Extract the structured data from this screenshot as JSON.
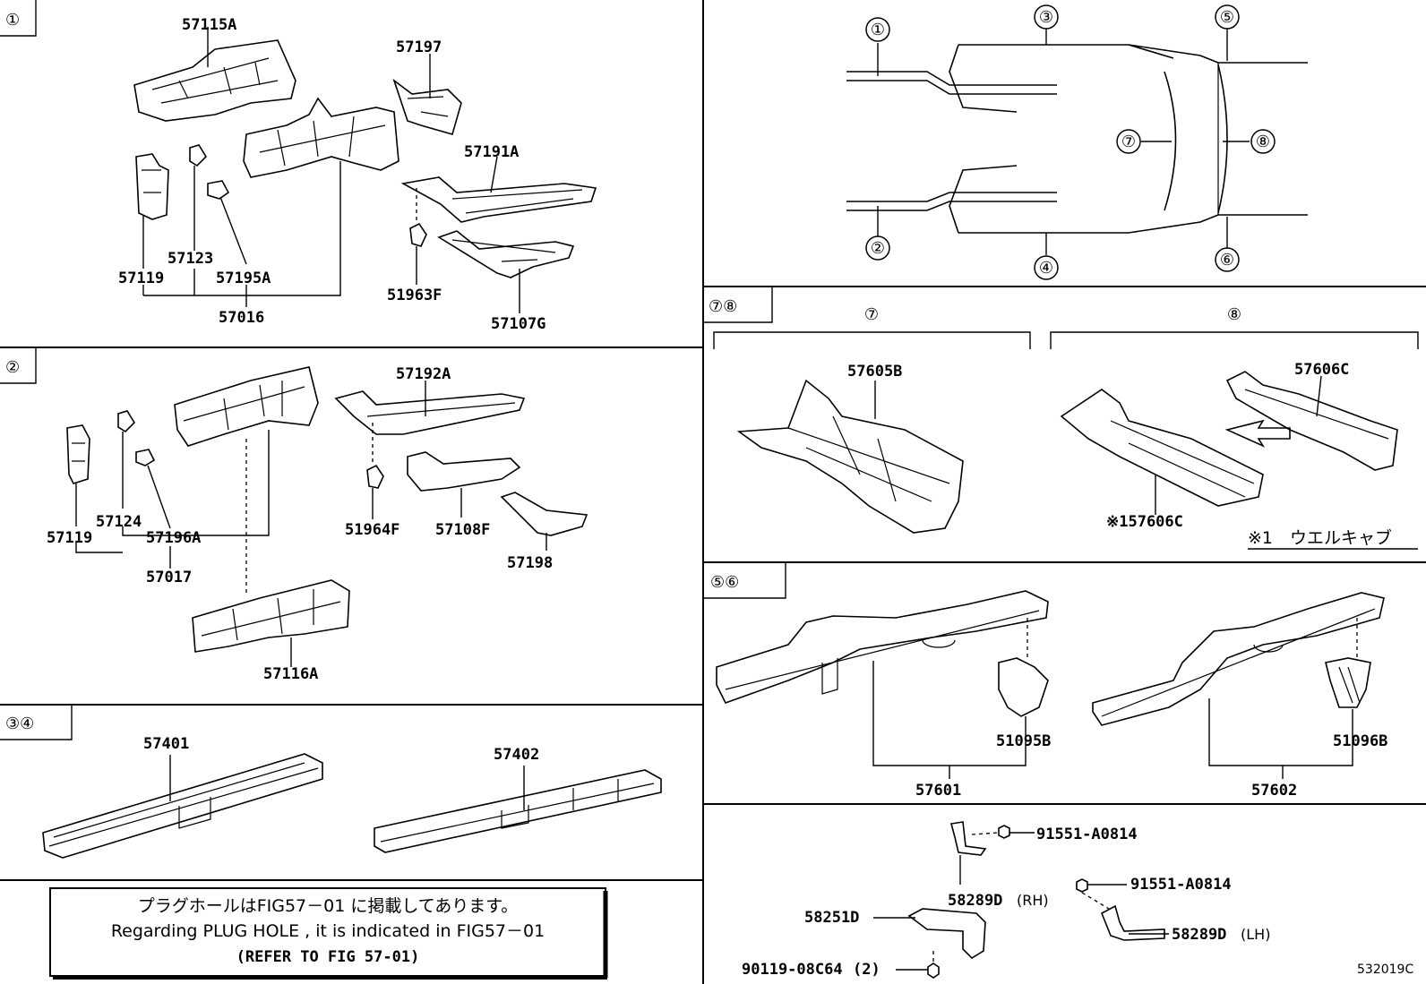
{
  "sections": {
    "s1": {
      "tag": "①"
    },
    "s2": {
      "tag": "②"
    },
    "s34": {
      "tag": "③④"
    },
    "s78": {
      "tag": "⑦⑧",
      "left_tag": "⑦",
      "right_tag": "⑧"
    },
    "s56": {
      "tag": "⑤⑥"
    }
  },
  "overview": {
    "c1": "①",
    "c2": "②",
    "c3": "③",
    "c4": "④",
    "c5": "⑤",
    "c6": "⑥",
    "c7": "⑦",
    "c8": "⑧"
  },
  "parts": {
    "p57115A": "57115A",
    "p57197": "57197",
    "p57191A": "57191A",
    "p57123": "57123",
    "p57119a": "57119",
    "p57195A": "57195A",
    "p57016": "57016",
    "p51963F": "51963F",
    "p57107G": "57107G",
    "p57192A": "57192A",
    "p57124": "57124",
    "p57119b": "57119",
    "p57196A": "57196A",
    "p57017": "57017",
    "p51964F": "51964F",
    "p57108F": "57108F",
    "p57198": "57198",
    "p57116A": "57116A",
    "p57401": "57401",
    "p57402": "57402",
    "p57605B": "57605B",
    "p57606C": "57606C",
    "p157606C": "※157606C",
    "wellcab": "※1　ウエルキャブ",
    "p51095B": "51095B",
    "p57601": "57601",
    "p51096B": "51096B",
    "p57602": "57602",
    "p91551a": "91551-A0814",
    "p58289RH": "58289D",
    "rh": "(RH)",
    "p91551b": "91551-A0814",
    "p58251D": "58251D",
    "p58289LH": "58289D",
    "lh": "(LH)",
    "p90119": "90119-08C64",
    "qty": "(2)",
    "figcode": "532019C"
  },
  "notice": {
    "line_jp": "プラグホールはFIG57－01 に掲載してあります。",
    "line_en": "Regarding  PLUG  HOLE  , it  is  indicated  in  FIG57－01",
    "line_ref": "(REFER  TO  FIG 57-01)"
  }
}
